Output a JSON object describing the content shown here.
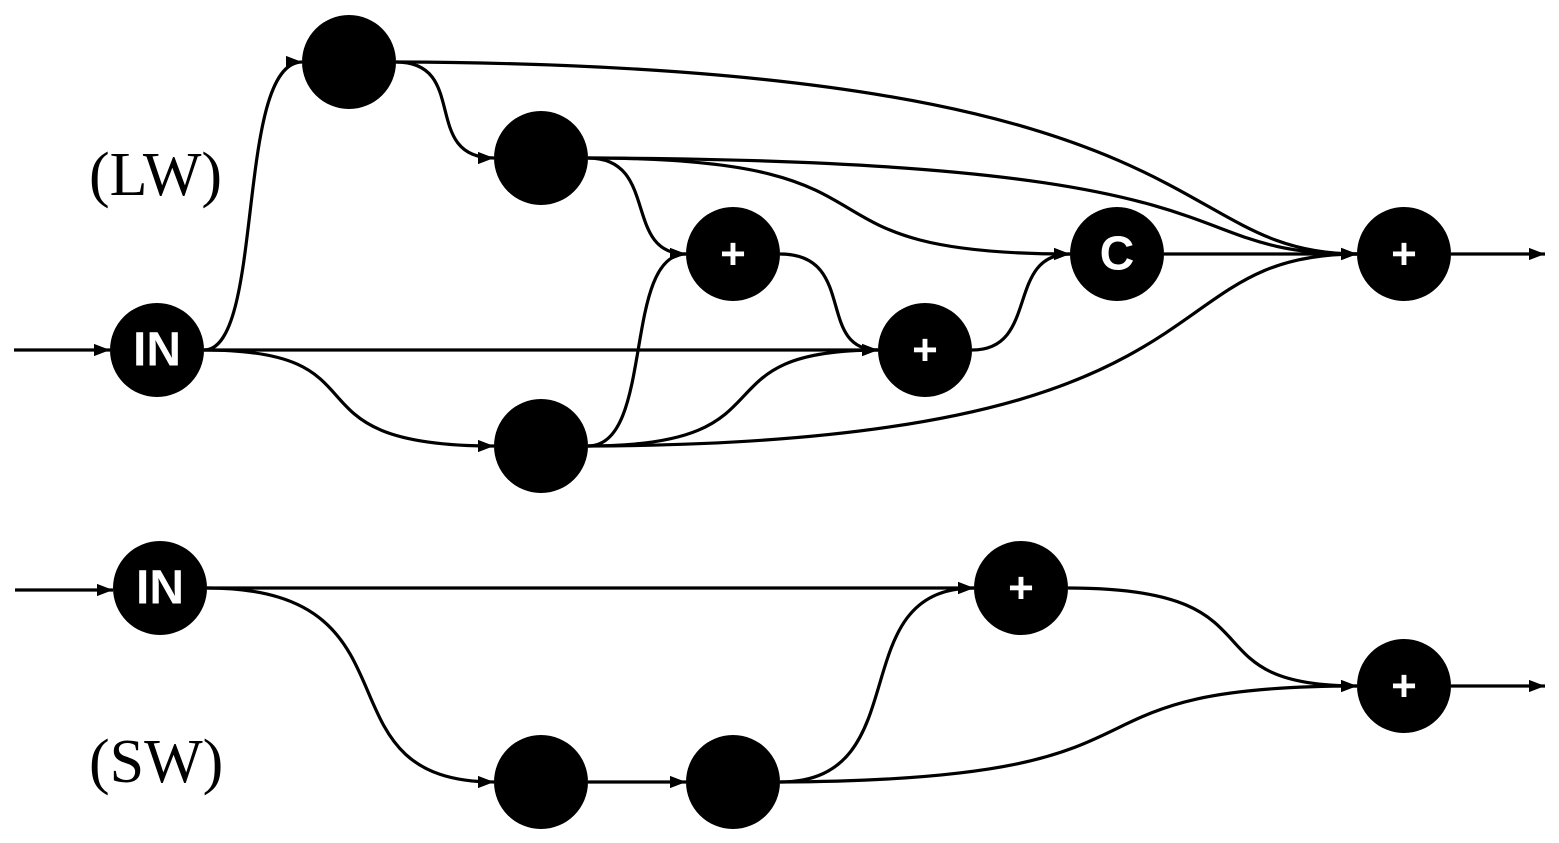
{
  "labels": {
    "lw": "(LW)",
    "sw": "(SW)"
  },
  "lw": {
    "in": "IN",
    "add1": "+",
    "add2": "+",
    "concat": "C",
    "out": "+"
  },
  "sw": {
    "in": "IN",
    "add1": "+",
    "out": "+"
  },
  "colors": {
    "node": "#000000",
    "edge": "#000000",
    "node_text": "#ffffff",
    "background": "#ffffff"
  }
}
